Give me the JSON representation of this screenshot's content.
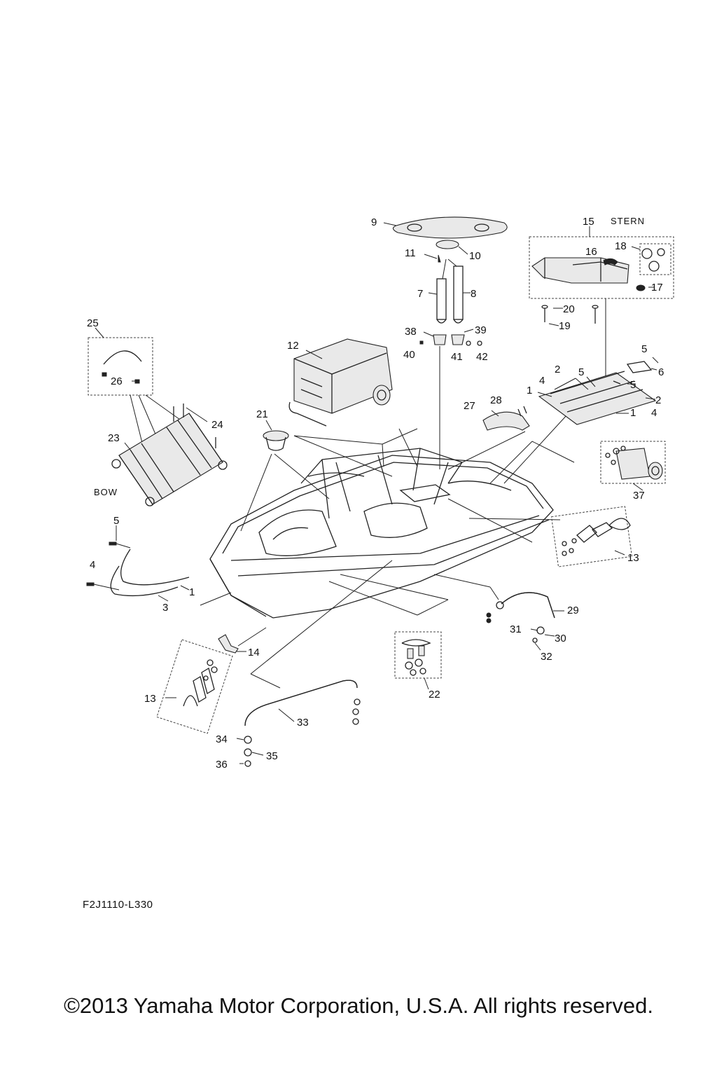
{
  "orientation": {
    "stern": "STERN",
    "bow": "BOW"
  },
  "callouts": {
    "c1": "1",
    "c1b": "1",
    "c1c": "1",
    "c2": "2",
    "c2b": "2",
    "c3": "3",
    "c4": "4",
    "c4b": "4",
    "c4c": "4",
    "c5": "5",
    "c5b": "5",
    "c5c": "5",
    "c5d": "5",
    "c6": "6",
    "c7": "7",
    "c8": "8",
    "c9": "9",
    "c10": "10",
    "c11": "11",
    "c12": "12",
    "c13": "13",
    "c13b": "13",
    "c14": "14",
    "c15": "15",
    "c16": "16",
    "c17": "17",
    "c18": "18",
    "c19": "19",
    "c20": "20",
    "c21": "21",
    "c22": "22",
    "c23": "23",
    "c24": "24",
    "c25": "25",
    "c26": "26",
    "c27": "27",
    "c28": "28",
    "c29": "29",
    "c30": "30",
    "c31": "31",
    "c32": "32",
    "c33": "33",
    "c34": "34",
    "c35": "35",
    "c36": "36",
    "c37": "37",
    "c38": "38",
    "c39": "39",
    "c40": "40",
    "c41": "41",
    "c42": "42"
  },
  "diagram_code": "F2J1110-L330",
  "copyright": "©2013 Yamaha Motor Corporation, U.S.A. All rights reserved."
}
